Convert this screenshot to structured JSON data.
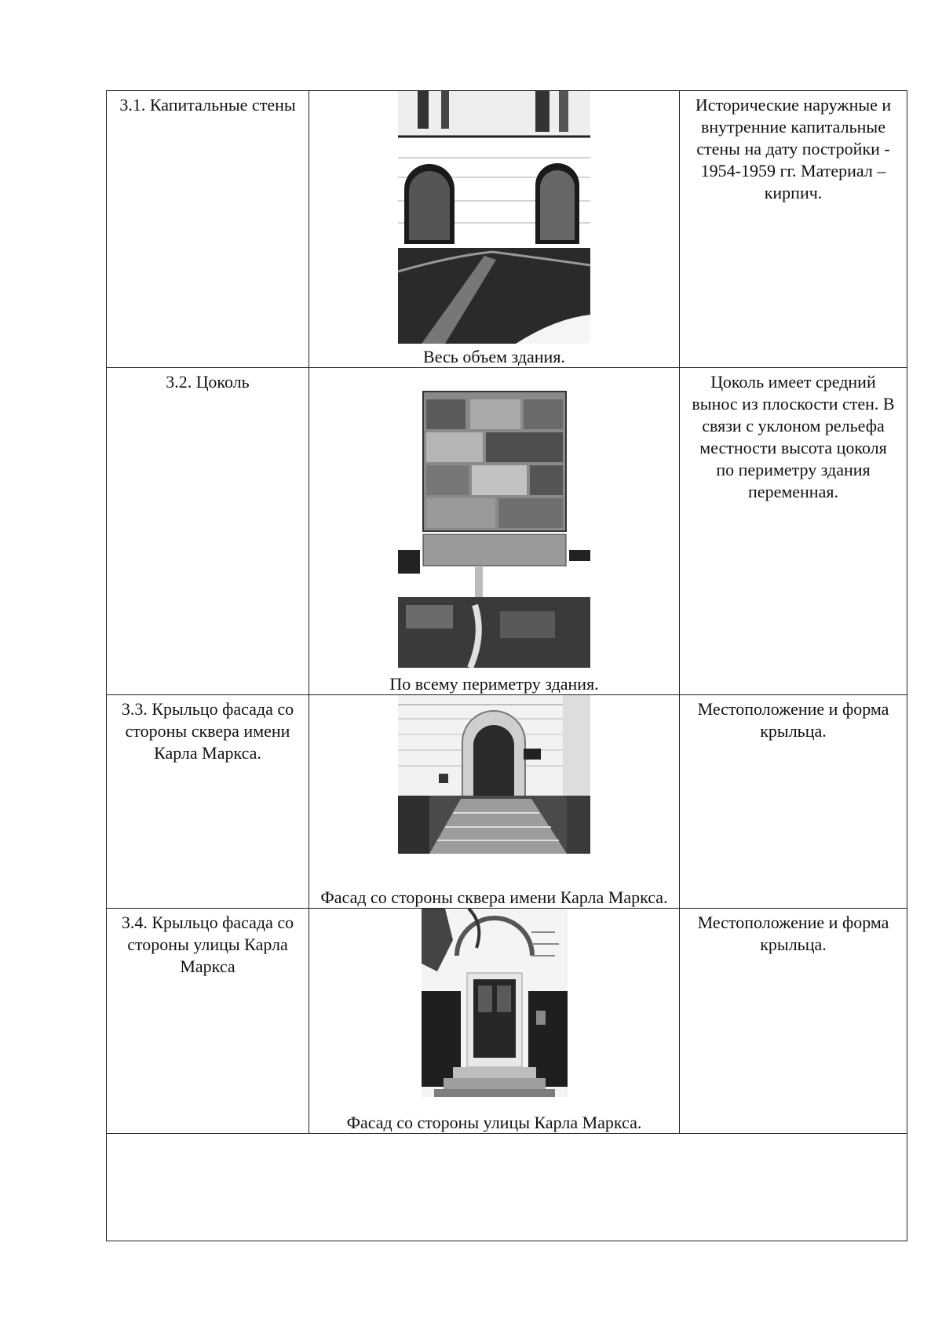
{
  "rows": [
    {
      "label": "3.1. Капитальные стены",
      "caption": "Весь объем здания.",
      "description": "Исторические наружные и внутренние капитальные стены на дату постройки - 1954-1959 гг. Материал – кирпич."
    },
    {
      "label": "3.2. Цоколь",
      "caption": "По всему периметру здания.",
      "description": "Цоколь имеет средний вынос из плоскости стен. В связи с уклоном рельефа местности высота цоколя по периметру здания переменная."
    },
    {
      "label": "3.3. Крыльцо фасада со стороны сквера имени Карла Маркса.",
      "caption": "Фасад со стороны сквера имени Карла Маркса.",
      "description": "Местоположение и форма крыльца."
    },
    {
      "label": "3.4. Крыльцо фасада со стороны улицы Карла Маркса",
      "caption": "Фасад со стороны улицы Карла Маркса.",
      "description": "Местоположение и форма крыльца."
    }
  ]
}
